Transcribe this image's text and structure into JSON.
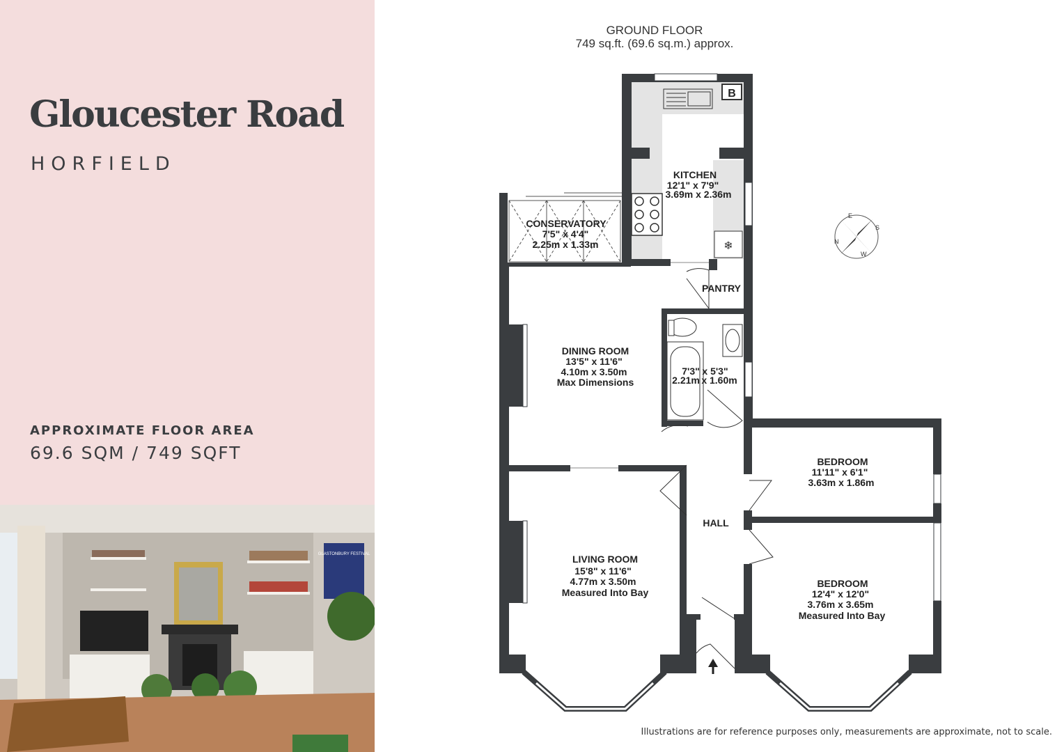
{
  "header": {
    "title": "Gloucester Road",
    "subtitle": "HORFIELD"
  },
  "area": {
    "label": "APPROXIMATE FLOOR AREA",
    "value": "69.6 SQM / 749 SQFT"
  },
  "floor": {
    "name": "GROUND FLOOR",
    "area": "749 sq.ft. (69.6 sq.m.) approx."
  },
  "rooms": {
    "kitchen": {
      "name": "KITCHEN",
      "imperial": "12'1\"  x 7'9\"",
      "metric": "3.69m  x 2.36m"
    },
    "conservatory": {
      "name": "CONSERVATORY",
      "imperial": "7'5\"  x 4'4\"",
      "metric": "2.25m  x 1.33m"
    },
    "pantry": {
      "name": "PANTRY"
    },
    "dining": {
      "name": "DINING ROOM",
      "imperial": "13'5\"  x 11'6\"",
      "metric": "4.10m  x 3.50m",
      "note": "Max Dimensions"
    },
    "bathroom": {
      "imperial_a": "7'3\"",
      "imperial_b": "x 5'3\"",
      "metric_a": "2.21m",
      "metric_b": "x 1.60m"
    },
    "living": {
      "name": "LIVING ROOM",
      "imperial": "15'8\"  x 11'6\"",
      "metric": "4.77m  x 3.50m",
      "note": "Measured Into Bay"
    },
    "hall": {
      "name": "HALL"
    },
    "bedroom1": {
      "name": "BEDROOM",
      "imperial": "11'11\"  x 6'1\"",
      "metric": "3.63m  x 1.86m"
    },
    "bedroom2": {
      "name": "BEDROOM",
      "imperial": "12'4\"  x 12'0\"",
      "metric": "3.76m  x 3.65m",
      "note": "Measured Into Bay"
    }
  },
  "boiler_label": "B",
  "compass": {
    "n": "N",
    "e": "E",
    "s": "S",
    "w": "W"
  },
  "photo_poster_text": "GLASTONBURY FESTIVAL",
  "disclaimer": "Illustrations are for reference purposes only, measurements are approximate, not to scale.",
  "colors": {
    "panel": "#f4dddd",
    "wall": "#3a3d40",
    "text": "#3a3d40"
  }
}
